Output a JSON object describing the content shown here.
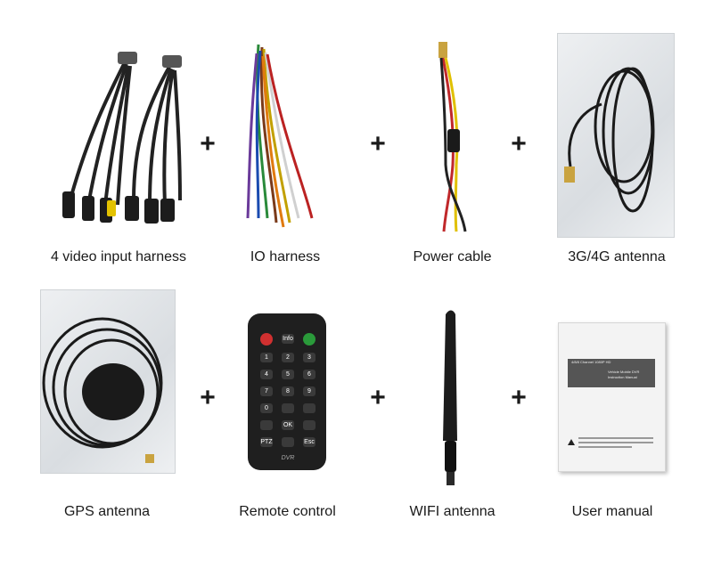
{
  "items": [
    {
      "caption": "4 video input harness"
    },
    {
      "caption": "IO harness"
    },
    {
      "caption": "Power cable"
    },
    {
      "caption": "3G/4G antenna"
    },
    {
      "caption": "GPS antenna"
    },
    {
      "caption": "Remote control"
    },
    {
      "caption": "WIFI antenna"
    },
    {
      "caption": "User manual"
    }
  ],
  "plus_sign": "+",
  "remote": {
    "keys": [
      "Info",
      "1",
      "2",
      "3",
      "4",
      "5",
      "6",
      "7",
      "8",
      "9",
      "0",
      "OK",
      "PTZ",
      "Esc"
    ],
    "brand": "DVR"
  },
  "manual": {
    "header": "4/8/8 Channel 1080P HD",
    "title_line1": "Vehicle Mobile DVR",
    "title_line2": "Instruction Manual"
  }
}
